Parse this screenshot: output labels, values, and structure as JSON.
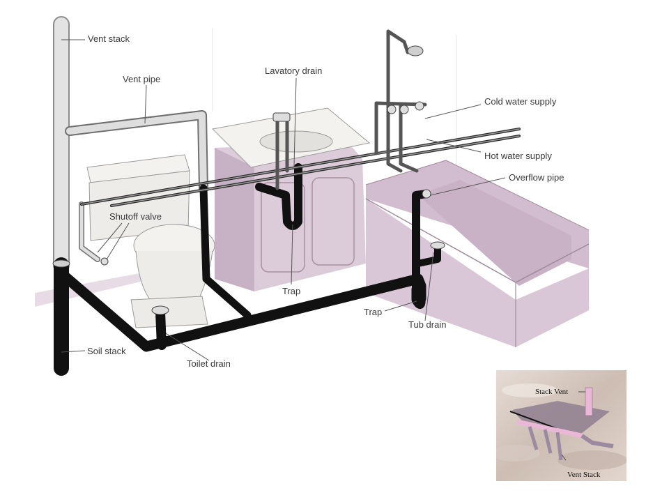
{
  "colors": {
    "fixture_fill": "#d9c6d6",
    "fixture_shadow": "#c3abc0",
    "white_fixture": "#f2f1ef",
    "drain_pipe": "#111111",
    "supply_pipe": "#2a2a2a",
    "vent_pipe": "#cfcfcf",
    "inset_floor": "#d8c9c0",
    "inset_pipe": "#e9b8d6"
  },
  "labels": {
    "vent_stack": "Vent stack",
    "vent_pipe": "Vent pipe",
    "lavatory_drain": "Lavatory drain",
    "cold_water_supply": "Cold water supply",
    "hot_water_supply": "Hot water supply",
    "overflow_pipe": "Overflow pipe",
    "shutoff_valve": "Shutoff valve",
    "trap_sink": "Trap",
    "trap_tub": "Trap",
    "tub_drain": "Tub drain",
    "soil_stack": "Soil stack",
    "toilet_drain": "Toilet drain"
  },
  "inset": {
    "stack_vent": "Stack Vent",
    "vent_stack": "Vent Stack"
  }
}
